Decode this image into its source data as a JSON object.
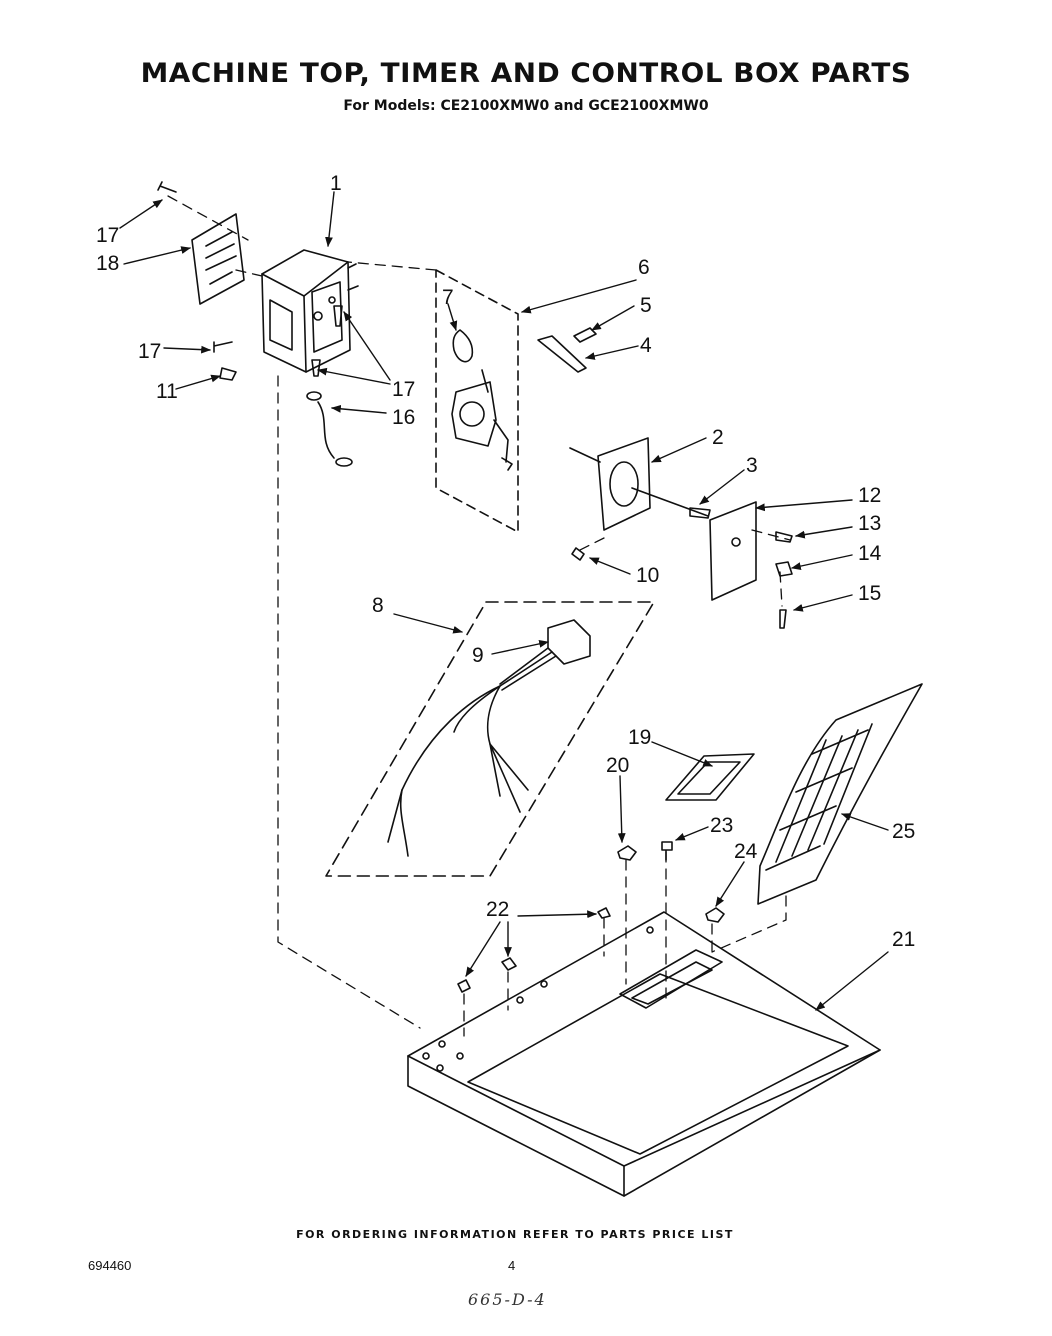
{
  "header": {
    "title": "MACHINE TOP, TIMER AND CONTROL BOX PARTS",
    "subtitle": "For Models: CE2100XMW0 and GCE2100XMW0"
  },
  "footer": {
    "ordering_note": "FOR ORDERING INFORMATION REFER TO PARTS PRICE LIST",
    "document_number": "694460",
    "page_number": "4",
    "handwritten_code": "665-D-4"
  },
  "callouts": {
    "c1": "1",
    "c2": "2",
    "c3": "3",
    "c4": "4",
    "c5": "5",
    "c6": "6",
    "c7": "7",
    "c8": "8",
    "c9": "9",
    "c10": "10",
    "c11": "11",
    "c12": "12",
    "c13": "13",
    "c14": "14",
    "c15": "15",
    "c16": "16",
    "c17a": "17",
    "c17b": "17",
    "c17c": "17",
    "c18": "18",
    "c19": "19",
    "c20": "20",
    "c21": "21",
    "c22": "22",
    "c23": "23",
    "c24": "24",
    "c25": "25"
  }
}
